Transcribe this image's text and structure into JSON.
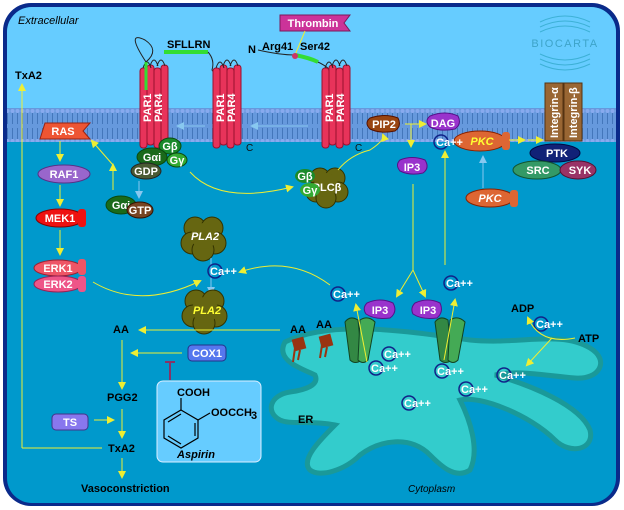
{
  "regions": {
    "extracellular": "Extracellular",
    "cytoplasm": "Cytoplasm",
    "er": "ER"
  },
  "logo": "BIOCARTA",
  "ligands": {
    "thrombin": "Thrombin",
    "sfllrn": "SFLLRN",
    "n_terminus": "N",
    "arg41": "Arg41",
    "ser42": "Ser42",
    "c_terminus": "C"
  },
  "receptors": {
    "par1": "PAR1",
    "par4": "PAR4",
    "integrin_alpha": "Integrin-α",
    "integrin_beta": "Integrin-β"
  },
  "gproteins": {
    "gbeta": "Gβ",
    "gamma": "Gγ",
    "galpha_i": "Gαi",
    "gdp": "GDP",
    "gtp": "GTP"
  },
  "mapk": {
    "ras": "RAS",
    "raf1": "RAF1",
    "mek1": "MEK1",
    "erk1": "ERK1",
    "erk2": "ERK2"
  },
  "lipid": {
    "plcb": "PLCβ",
    "pip2": "PIP2",
    "dag": "DAG",
    "ip3": "IP3",
    "pkc": "PKC",
    "ptk": "PTK",
    "src": "SRC",
    "syk": "SYK"
  },
  "calcium": "Ca++",
  "eicosanoid": {
    "pla2": "PLA2",
    "aa": "AA",
    "cox1": "COX1",
    "pgg2": "PGG2",
    "ts": "TS",
    "txa2": "TxA2",
    "vasoconstriction": "Vasoconstriction"
  },
  "aspirin": {
    "cooh": "COOH",
    "ooc": "OOCCH",
    "sub3": "3",
    "name": "Aspirin"
  },
  "pump": {
    "adp": "ADP",
    "atp": "ATP"
  },
  "colors": {
    "extracellular_bg": "#66ccff",
    "cytoplasm_bg": "#0099cc",
    "border": "#0a2a8a",
    "membrane": "#5e8fd9",
    "par_receptor": "#e8335a",
    "arrow_yellow": "#eeee33",
    "arrow_blue": "#88c8f0",
    "er_fill": "#33cccc",
    "er_edge": "#1a9999",
    "thrombin": "#cc3399",
    "ras": "#ee5533",
    "raf1": "#9966cc",
    "mek1": "#ee1111",
    "erk": "#ee5566",
    "gprotein": "#1a8a2a",
    "pla2": "#666611",
    "ip3": "#9933cc",
    "pkc": "#dd6633",
    "integrin": "#996633",
    "ptk": "#112277",
    "src": "#339966",
    "syk": "#993366",
    "cox1": "#5577ee",
    "ts": "#8877ee",
    "aspirin_box": "#66ccff"
  }
}
